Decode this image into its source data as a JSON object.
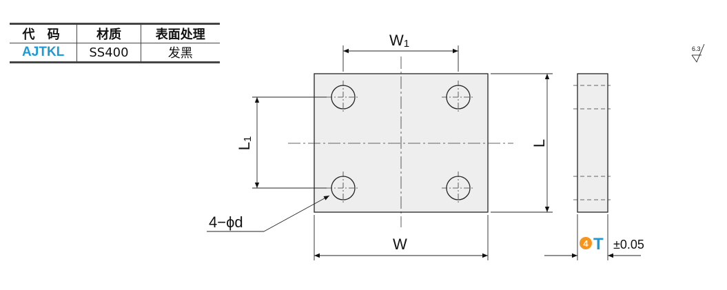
{
  "spec_table": {
    "headers": [
      "代 码",
      "材质",
      "表面处理"
    ],
    "row": {
      "code": "AJTKL",
      "material": "SS400",
      "surface": "发黑"
    },
    "code_color": "#1a9ad6"
  },
  "drawing": {
    "w1_label": "W",
    "w1_sub": "1",
    "w_label": "W",
    "l_label": "L",
    "l1_label": "L",
    "l1_sub": "1",
    "hole_label": "4−ϕd",
    "thickness_badge": "4",
    "thickness_label": "T",
    "thickness_tol": "±0.05",
    "roughness": "6.3",
    "badge_color": "#f7941d",
    "thickness_color": "#1a9ad6"
  }
}
